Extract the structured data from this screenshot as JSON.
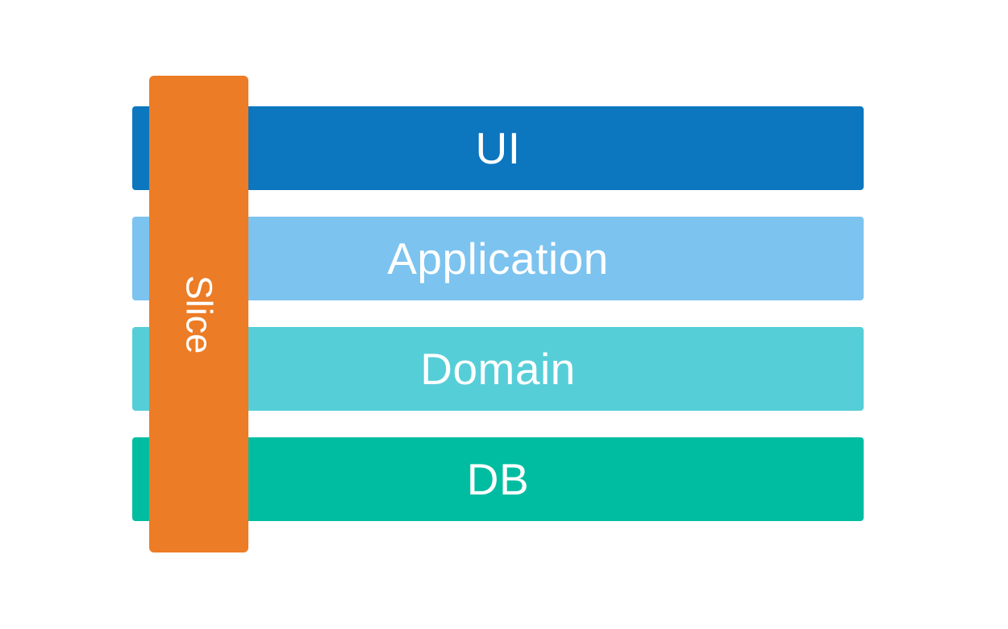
{
  "diagram": {
    "type": "layered-architecture-with-vertical-slice",
    "background_color": "#ffffff",
    "text_color": "#ffffff",
    "slice": {
      "label": "Slice",
      "color": "#ec7c25",
      "orientation": "vertical",
      "text_rotation_deg": 90
    },
    "layers": [
      {
        "label": "UI",
        "color": "#0c76bf"
      },
      {
        "label": "Application",
        "color": "#7cc3ef"
      },
      {
        "label": "Domain",
        "color": "#56ced8"
      },
      {
        "label": "DB",
        "color": "#00bda1"
      }
    ]
  }
}
